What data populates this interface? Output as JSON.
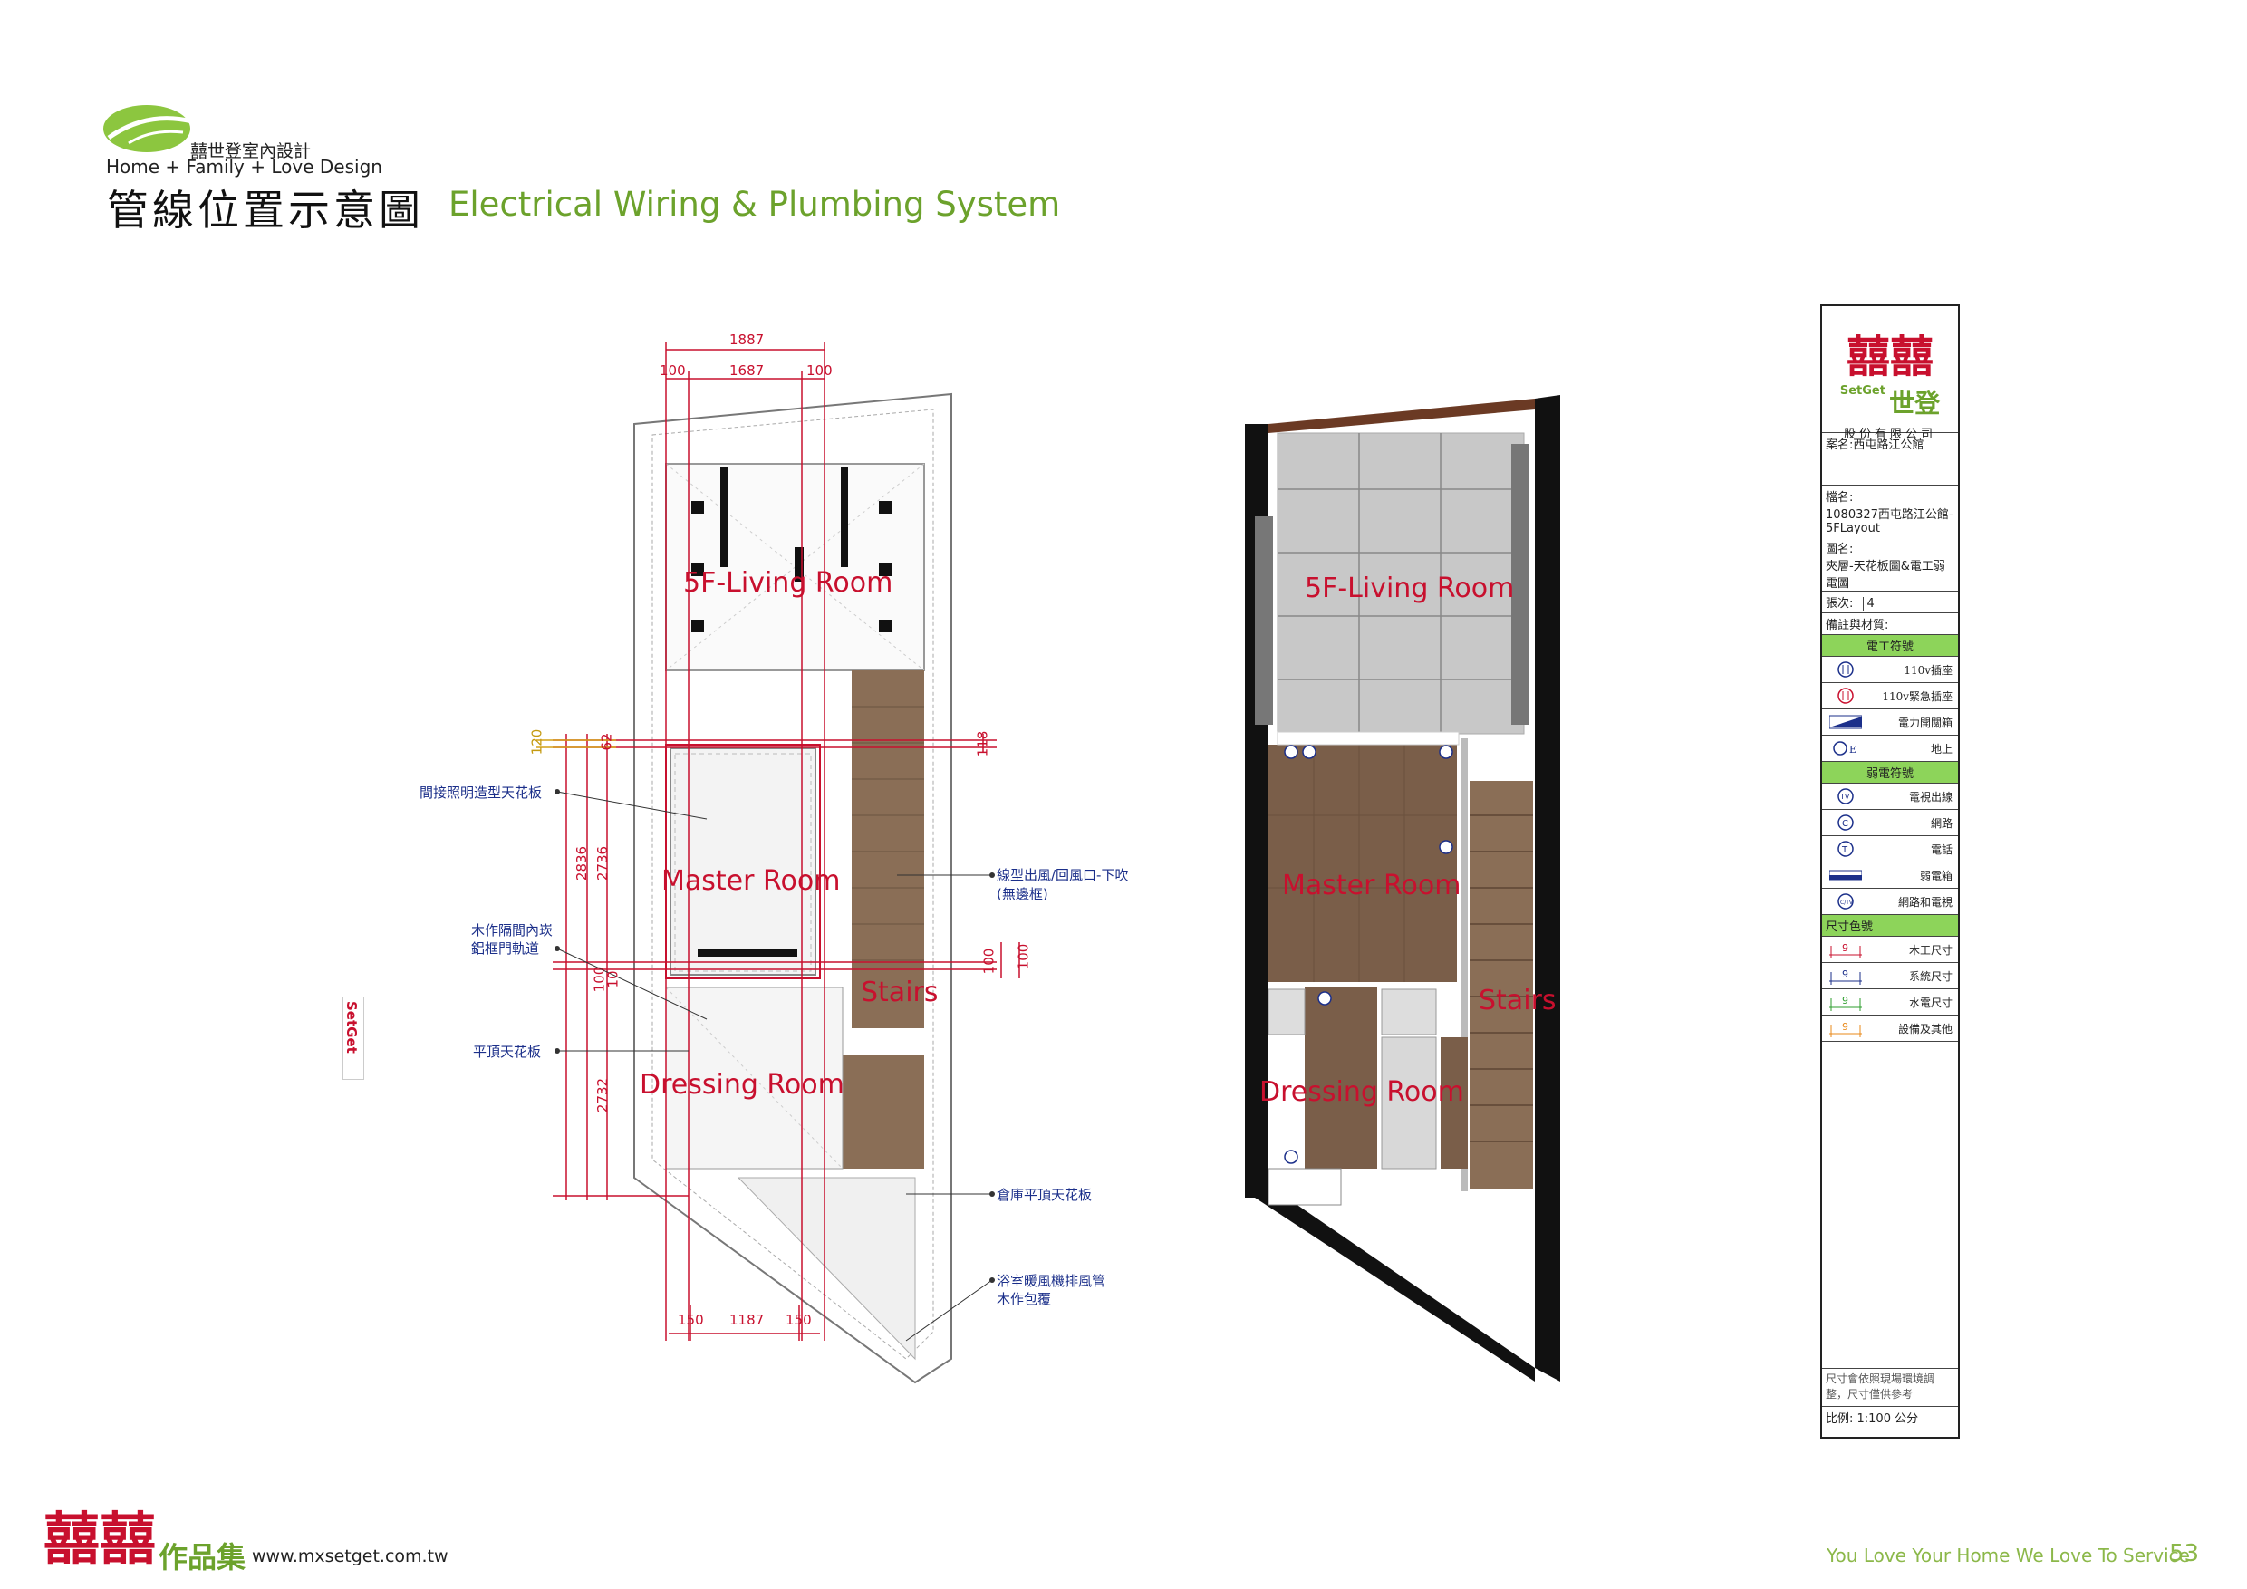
{
  "header": {
    "company": "囍世登室內設計",
    "tagline": "Home + Family + Love Design",
    "title_zh": "管線位置示意圖",
    "title_en": "Electrical Wiring & Plumbing System"
  },
  "left_plan": {
    "dims_top": [
      "1887",
      "100",
      "1687",
      "100"
    ],
    "dims_bottom": [
      "150",
      "1187",
      "150"
    ],
    "dims_left": [
      "120",
      "62",
      "2836",
      "2736",
      "100",
      "10",
      "2732"
    ],
    "dims_right": [
      "118",
      "100",
      "100"
    ],
    "rooms": [
      "5F-Living Room",
      "Master Room",
      "Stairs",
      "Dressing Room"
    ],
    "annotations_left": [
      "間接照明造型天花板",
      "木作隔間內崁",
      "鋁框門軌道",
      "平頂天花板"
    ],
    "annotations_right": [
      "線型出風/回風口-下吹",
      "(無邊框)",
      "倉庫平頂天花板",
      "浴室暖風機排風管",
      "木作包覆"
    ],
    "vertical_logo": "SetGet"
  },
  "right_plan": {
    "rooms": [
      "5F-Living Room",
      "Master Room",
      "Stairs",
      "Dressing Room"
    ]
  },
  "title_block": {
    "logo_main": "囍囍",
    "logo_brand": "SetGet",
    "logo_brand_zh": "世登",
    "company": "股份有限公司",
    "case_label": "案名:",
    "case_value": "西屯路江公館",
    "file_label": "檔名:",
    "file_value": "1080327西屯路江公館-5FLayout",
    "drawing_label": "圖名:",
    "drawing_value": "夾層-天花板圖&電工弱電圖",
    "sheet_label": "張次:",
    "sheet_value": "4",
    "notes_label": "備註與材質:",
    "electrical_header": "電工符號",
    "electrical_items": [
      "110v插座",
      "110v緊急插座",
      "電力開關箱",
      "地上"
    ],
    "weak_header": "弱電符號",
    "weak_items": [
      "電視出線",
      "網路",
      "電話",
      "弱電箱",
      "網路和電視"
    ],
    "dim_header": "尺寸色號",
    "dim_items": [
      "木工尺寸",
      "系統尺寸",
      "水電尺寸",
      "設備及其他"
    ],
    "dim_sample": "9",
    "footer_note": "尺寸會依照現場環境調整，尺寸僅供參考",
    "scale": "比例: 1:100 公分",
    "colors": {
      "green": "#8dd45a",
      "red": "#c8102e",
      "blue": "#1b2f8a",
      "dim_green": "#2e9e2e",
      "orange": "#e8891a"
    }
  },
  "footer": {
    "logo": "囍囍",
    "brand": "作品集",
    "website": "www.mxsetget.com.tw",
    "slogan": "You Love Your Home We Love To Service",
    "page": "53"
  }
}
